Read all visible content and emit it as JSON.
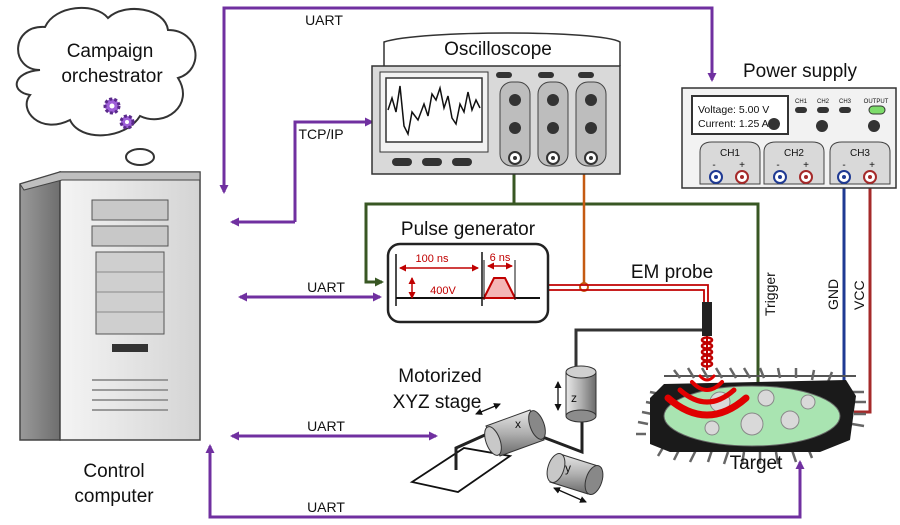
{
  "labels": {
    "campaign_line1": "Campaign",
    "campaign_line2": "orchestrator",
    "oscilloscope": "Oscilloscope",
    "power_supply": "Power supply",
    "pulse_generator": "Pulse generator",
    "em_probe": "EM probe",
    "motorized_line1": "Motorized",
    "motorized_line2": "XYZ stage",
    "control_line1": "Control",
    "control_line2": "computer",
    "target": "Target",
    "trigger": "Trigger",
    "gnd": "GND",
    "vcc": "VCC"
  },
  "links": {
    "uart_top": "UART",
    "tcpip": "TCP/IP",
    "uart_pulse": "UART",
    "uart_stage": "UART",
    "uart_bottom": "UART"
  },
  "power_supply": {
    "voltage": "Voltage: 5.00 V",
    "current": "Current: 1.25 A",
    "ch1": "CH1",
    "ch2": "CH2",
    "ch3": "CH3",
    "output": "OUTPUT",
    "minus": "-",
    "plus": "+"
  },
  "pulse": {
    "width": "100 ns",
    "rise": "6 ns",
    "amplitude": "400V"
  },
  "stage_axes": {
    "x": "x",
    "y": "y",
    "z": "z"
  },
  "colors": {
    "link": "#7030a0",
    "trigger": "#385723",
    "probe_signal": "#c55a11",
    "pulse": "#c00000",
    "gnd": "#1f3a93",
    "vcc": "#a52a2a",
    "pcb": "#a9e4b1"
  }
}
